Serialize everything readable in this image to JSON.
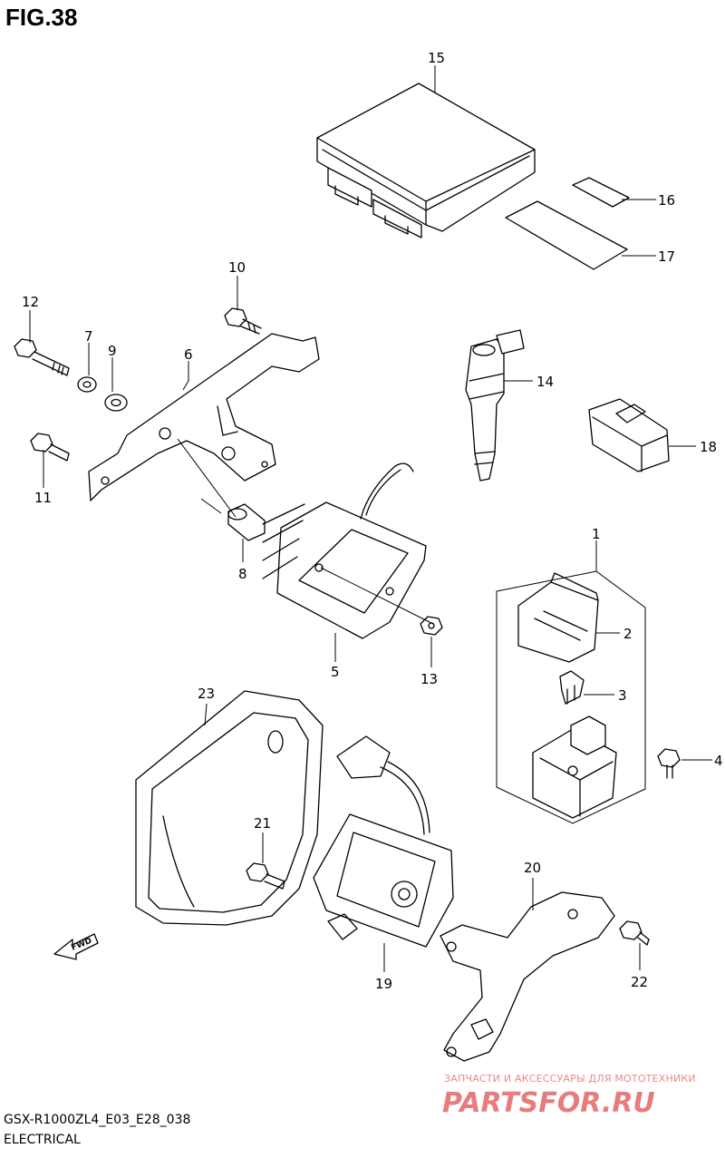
{
  "figure": {
    "title": "FIG.38"
  },
  "footer": {
    "code": "GSX-R1000ZL4_E03_E28_038",
    "name": "ELECTRICAL"
  },
  "watermark": {
    "tagline": "ЗАПЧАСТИ И АКСЕССУАРЫ ДЛЯ МОТОТЕХНИКИ",
    "logo_text": "PARTSFOR.RU",
    "color": "#e05050"
  },
  "direction_marker": {
    "label": "FWD"
  },
  "part_numbers": [
    "1",
    "2",
    "3",
    "4",
    "5",
    "6",
    "7",
    "8",
    "9",
    "10",
    "11",
    "12",
    "13",
    "14",
    "15",
    "16",
    "17",
    "18",
    "19",
    "20",
    "21",
    "22",
    "23"
  ]
}
